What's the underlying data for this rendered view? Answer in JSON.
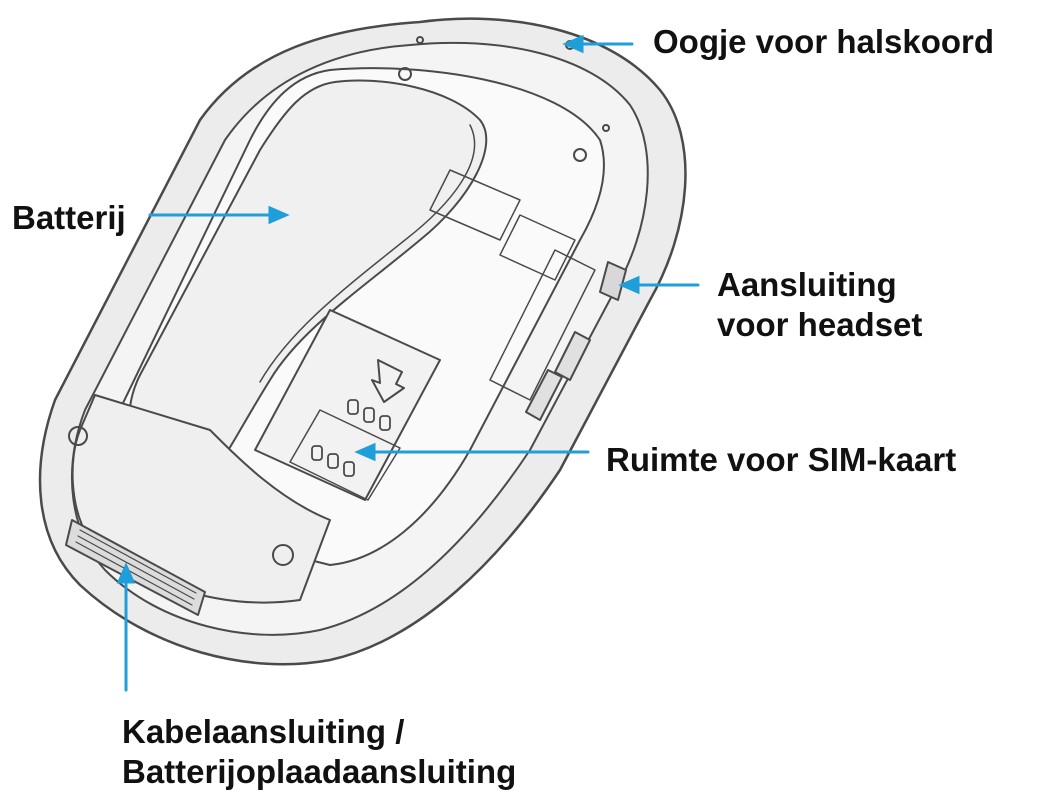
{
  "colors": {
    "arrow": "#1f9fd9",
    "outline": "#4a4a4a",
    "body_fill": "#ececec",
    "cavity_fill": "#f7f7f7",
    "label_text": "#111111"
  },
  "labels": {
    "neck_strap_eyelet": "Oogje voor halskoord",
    "battery": "Batterij",
    "headset_jack_line1": "Aansluiting",
    "headset_jack_line2": "voor headset",
    "sim_slot": "Ruimte voor SIM-kaart",
    "cable_connector_line1": "Kabelaansluiting /",
    "cable_connector_line2": "Batterijoplaadaansluiting"
  }
}
